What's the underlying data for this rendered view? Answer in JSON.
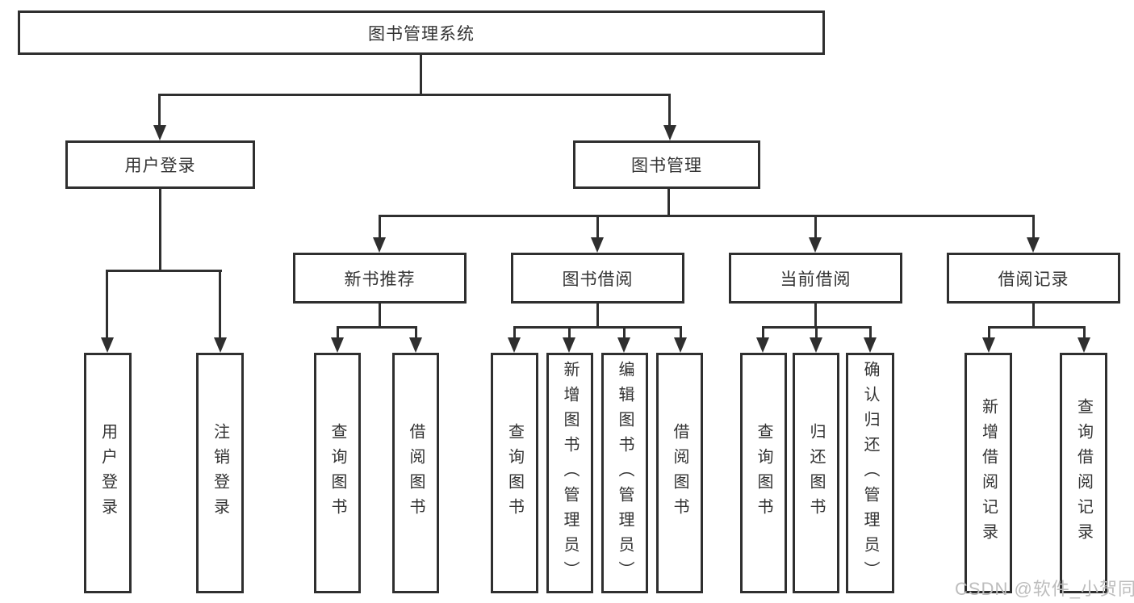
{
  "tree": {
    "label": "图书管理系统",
    "children": [
      {
        "label": "用户登录",
        "children": [
          {
            "label": "用户登录"
          },
          {
            "label": "注销登录"
          }
        ]
      },
      {
        "label": "图书管理",
        "children": [
          {
            "label": "新书推荐",
            "children": [
              {
                "label": "查询图书"
              },
              {
                "label": "借阅图书"
              }
            ]
          },
          {
            "label": "图书借阅",
            "children": [
              {
                "label": "查询图书"
              },
              {
                "label": "新增图书（管理员）"
              },
              {
                "label": "编辑图书（管理员）"
              },
              {
                "label": "借阅图书"
              }
            ]
          },
          {
            "label": "当前借阅",
            "children": [
              {
                "label": "查询图书"
              },
              {
                "label": "归还图书"
              },
              {
                "label": "确认归还（管理员）"
              }
            ]
          },
          {
            "label": "借阅记录",
            "children": [
              {
                "label": "新增借阅记录"
              },
              {
                "label": "查询借阅记录"
              }
            ]
          }
        ]
      }
    ]
  },
  "watermark": "CSDN @软件_小贺同学",
  "colors": {
    "line": "#2f2f2f",
    "text": "#333333",
    "watermark": "#bdbdbd",
    "background": "#ffffff"
  }
}
